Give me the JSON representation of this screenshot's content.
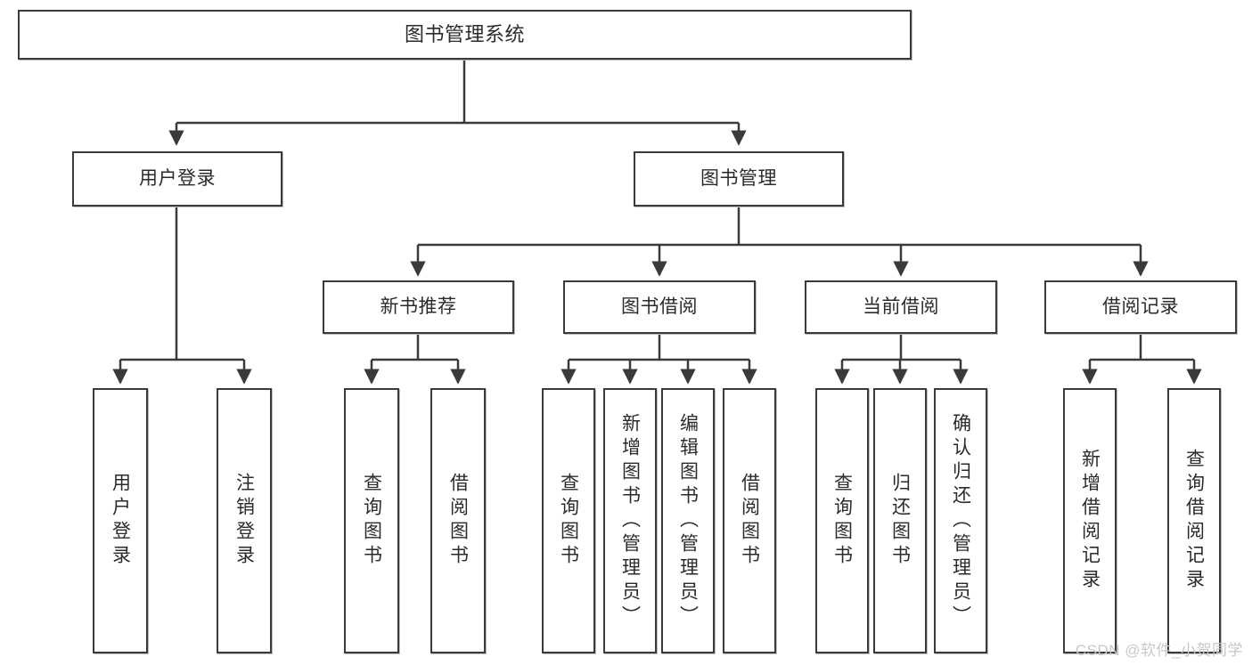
{
  "diagram": {
    "title": "图书管理系统",
    "watermark": "CSDN @软件_小贺同学",
    "colors": {
      "border": "#3a3a3a",
      "text": "#2b2b2b",
      "background": "#ffffff",
      "shadow": "#bfbfbf",
      "watermark": "#c8c8c8"
    },
    "level2": [
      {
        "label": "用户登录"
      },
      {
        "label": "图书管理"
      }
    ],
    "level3": [
      {
        "label": "新书推荐"
      },
      {
        "label": "图书借阅"
      },
      {
        "label": "当前借阅"
      },
      {
        "label": "借阅记录"
      }
    ],
    "leaves": {
      "user_login": [
        {
          "label": "用户登录"
        },
        {
          "label": "注销登录"
        }
      ],
      "new_book": [
        {
          "label": "查询图书"
        },
        {
          "label": "借阅图书"
        }
      ],
      "book_borrow": [
        {
          "label": "查询图书"
        },
        {
          "label": "新增图书（管理员）"
        },
        {
          "label": "编辑图书（管理员）"
        },
        {
          "label": "借阅图书"
        }
      ],
      "current_borrow": [
        {
          "label": "查询图书"
        },
        {
          "label": "归还图书"
        },
        {
          "label": "确认归还（管理员）"
        }
      ],
      "borrow_record": [
        {
          "label": "新增借阅记录"
        },
        {
          "label": "查询借阅记录"
        }
      ]
    }
  }
}
